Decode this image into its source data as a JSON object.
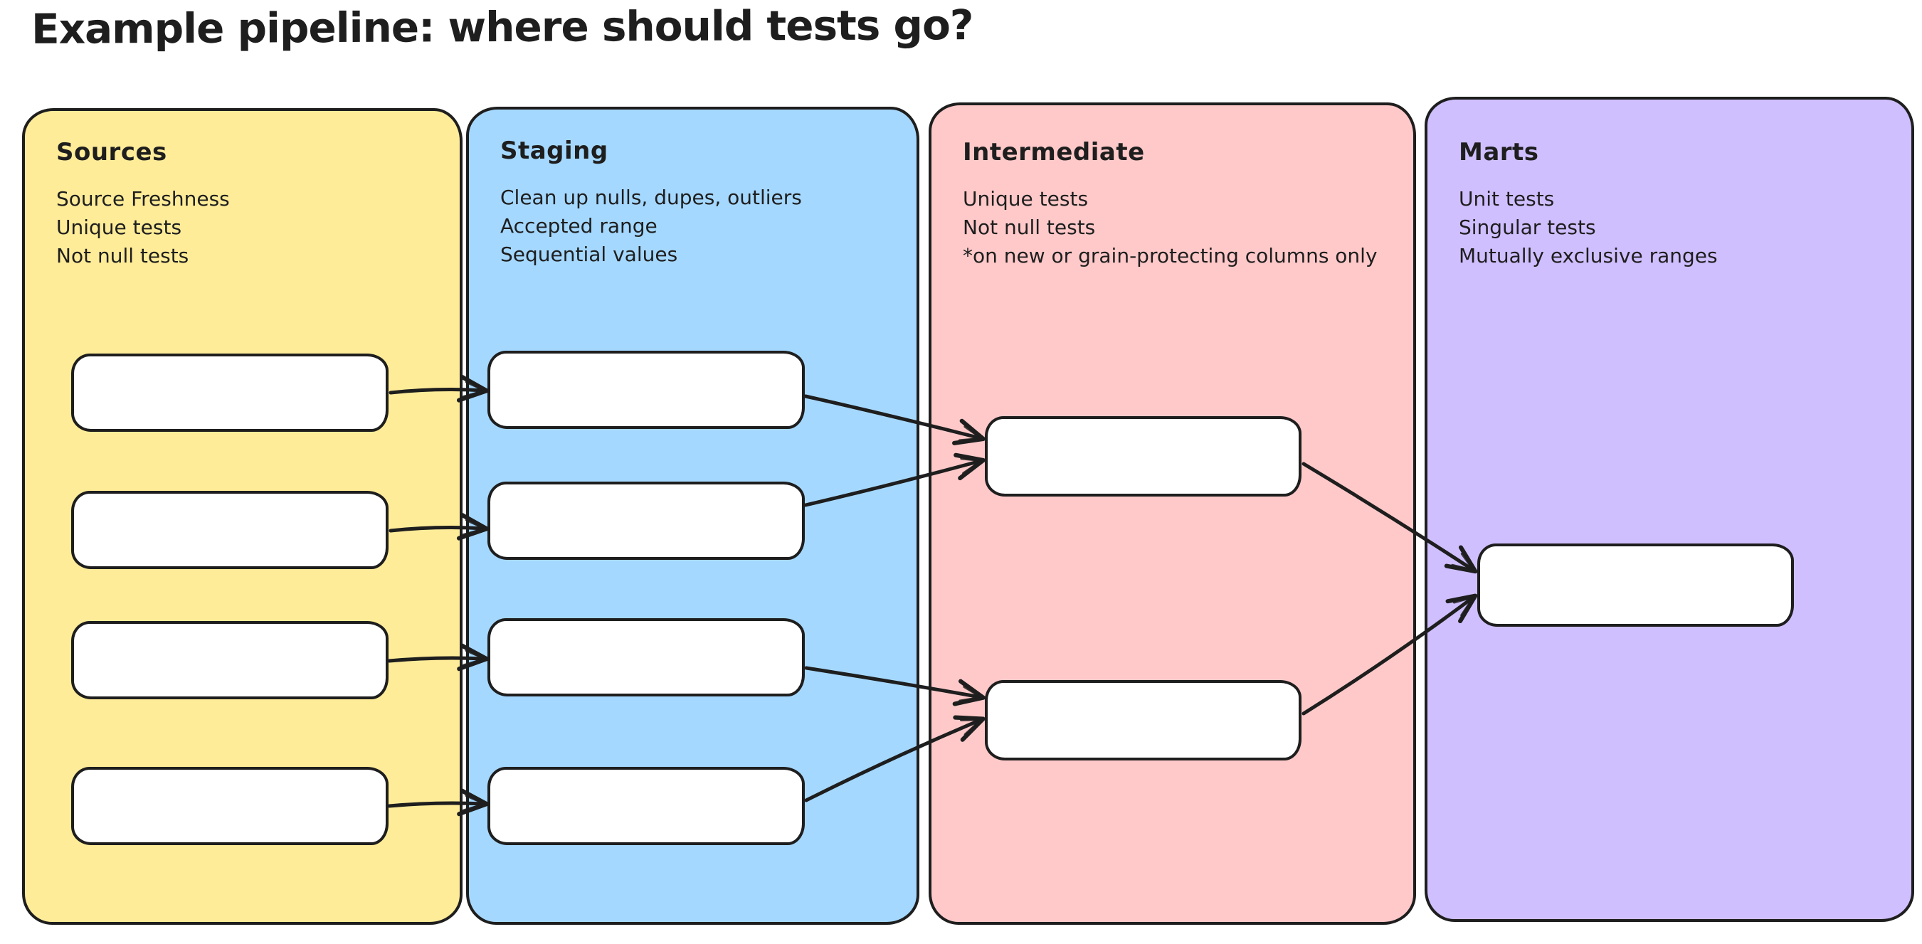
{
  "title": "Example pipeline: where should tests go?",
  "colors": {
    "background": "#ffffff",
    "stroke": "#1e1e1e",
    "node_fill": "#ffffff",
    "sources_panel": "#ffec99",
    "staging_panel": "#a5d8ff",
    "intermediate_panel": "#ffc9c9",
    "marts_panel": "#d0bfff"
  },
  "panels": [
    {
      "id": "sources",
      "title": "Sources",
      "notes": [
        "Source Freshness",
        "Unique tests",
        "Not null tests"
      ],
      "nodes": [
        "sources-1",
        "sources-2",
        "sources-3",
        "sources-4"
      ]
    },
    {
      "id": "staging",
      "title": "Staging",
      "notes": [
        "Clean up nulls, dupes, outliers",
        "Accepted range",
        "Sequential values"
      ],
      "nodes": [
        "staging-1",
        "staging-2",
        "staging-3",
        "staging-4"
      ]
    },
    {
      "id": "intermediate",
      "title": "Intermediate",
      "notes": [
        "Unique tests",
        "Not null tests",
        "*on new or grain-protecting columns only"
      ],
      "nodes": [
        "intermediate-1",
        "intermediate-2"
      ]
    },
    {
      "id": "marts",
      "title": "Marts",
      "notes": [
        "Unit tests",
        "Singular tests",
        "Mutually exclusive ranges"
      ],
      "nodes": [
        "marts-1"
      ]
    }
  ],
  "edges": [
    {
      "from": "sources-1",
      "to": "staging-1"
    },
    {
      "from": "sources-2",
      "to": "staging-2"
    },
    {
      "from": "sources-3",
      "to": "staging-3"
    },
    {
      "from": "sources-4",
      "to": "staging-4"
    },
    {
      "from": "staging-1",
      "to": "intermediate-1"
    },
    {
      "from": "staging-2",
      "to": "intermediate-1"
    },
    {
      "from": "staging-3",
      "to": "intermediate-2"
    },
    {
      "from": "staging-4",
      "to": "intermediate-2"
    },
    {
      "from": "intermediate-1",
      "to": "marts-1"
    },
    {
      "from": "intermediate-2",
      "to": "marts-1"
    }
  ]
}
